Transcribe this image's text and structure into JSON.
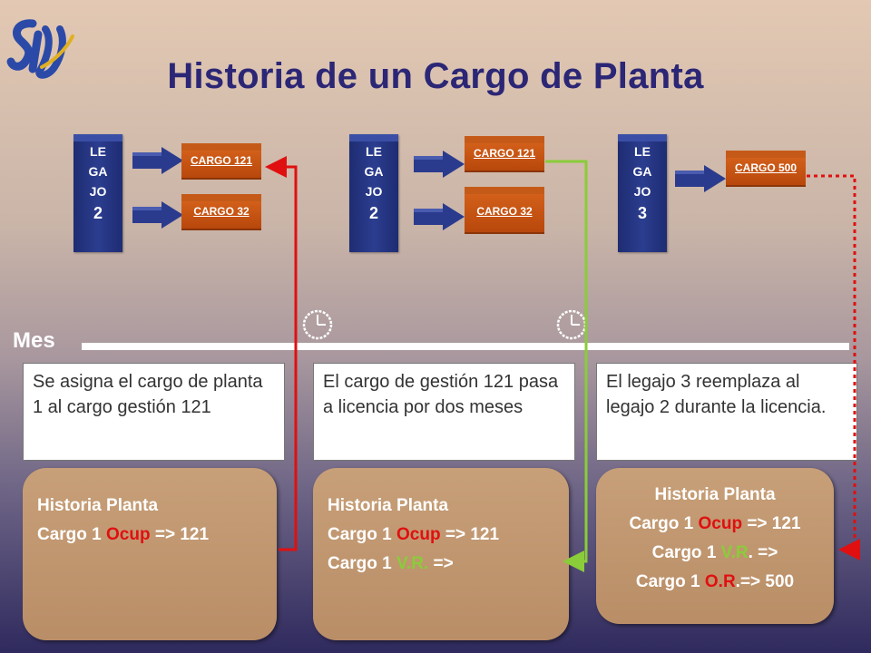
{
  "title": "Historia de un Cargo de Planta",
  "logo": {
    "icon": "si-logo-icon",
    "text": "SI"
  },
  "timeline_label": "Mes",
  "colors": {
    "title": "#2b2675",
    "legajo": "#1e2c72",
    "cargo": "#c0500f",
    "connector_red": "#e01010",
    "connector_green": "#8acc3a",
    "historia_box": "#c29a72"
  },
  "groups": [
    {
      "legajo": {
        "label_lines": [
          "LE",
          "GA",
          "JO"
        ],
        "number": "2"
      },
      "cargos": [
        "CARGO 121",
        "CARGO 32"
      ],
      "description": "Se asigna el cargo de planta 1 al cargo gestión 121",
      "historia": {
        "title": "Historia Planta",
        "lines": [
          {
            "prefix": "Cargo 1 ",
            "highlight": "Ocup",
            "suffix": " => 121"
          }
        ]
      }
    },
    {
      "legajo": {
        "label_lines": [
          "LE",
          "GA",
          "JO"
        ],
        "number": "2"
      },
      "cargos": [
        "CARGO 121",
        "CARGO 32"
      ],
      "description": "El cargo de gestión 121 pasa a licencia por dos meses",
      "historia": {
        "title": "Historia Planta",
        "lines": [
          {
            "prefix": "Cargo 1 ",
            "highlight": "Ocup",
            "suffix": " => 121"
          },
          {
            "prefix": "Cargo 1 ",
            "highlight": "V.R.",
            "suffix": " =>"
          }
        ]
      }
    },
    {
      "legajo": {
        "label_lines": [
          "LE",
          "GA",
          "JO"
        ],
        "number": "3"
      },
      "cargos": [
        "CARGO 500"
      ],
      "description": "El legajo 3 reemplaza al legajo 2 durante la licencia.",
      "historia": {
        "title": "Historia Planta",
        "lines": [
          {
            "prefix": "Cargo 1 ",
            "highlight": "Ocup",
            "suffix": " => 121"
          },
          {
            "prefix": "Cargo 1 ",
            "highlight": "V.R",
            "suffix": ". =>"
          },
          {
            "prefix": "Cargo 1 ",
            "highlight": "O.R",
            "suffix": ".=> 500"
          }
        ]
      }
    }
  ]
}
